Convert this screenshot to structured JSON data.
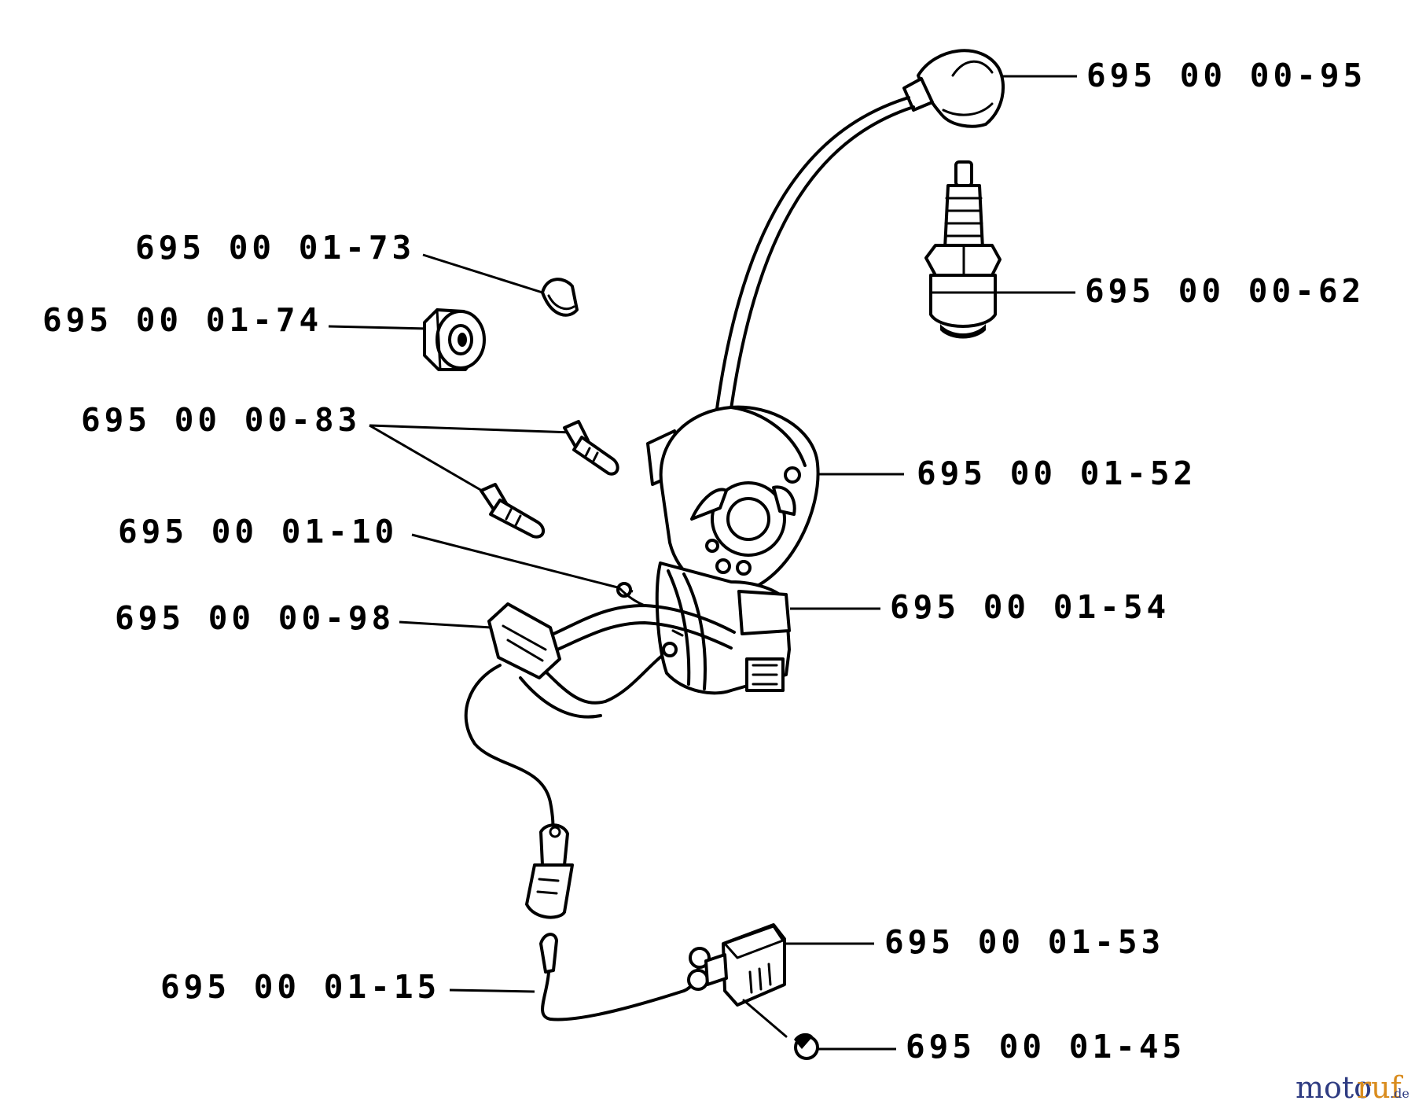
{
  "parts": {
    "p0095": "695 00 00-95",
    "p0062": "695 00 00-62",
    "p0173": "695 00 01-73",
    "p0174": "695 00 01-74",
    "p0083": "695 00 00-83",
    "p0152": "695 00 01-52",
    "p0110": "695 00 01-10",
    "p0154": "695 00 01-54",
    "p0098": "695 00 00-98",
    "p0153": "695 00 01-53",
    "p0115": "695 00 01-15",
    "p0145": "695 00 01-45"
  },
  "watermark": {
    "brand_a": "moto",
    "brand_b": "ruf",
    "tld": ".de"
  }
}
